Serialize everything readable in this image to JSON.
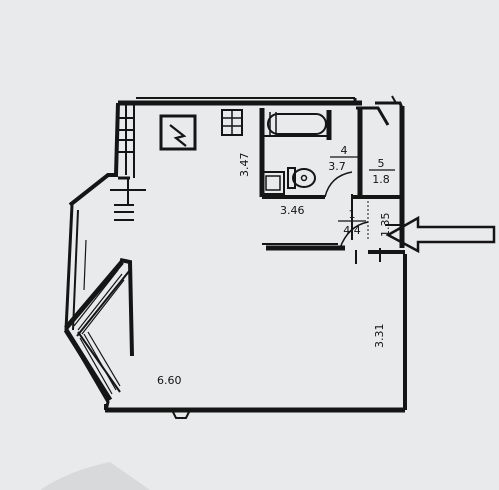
{
  "plan": {
    "rooms": [
      {
        "number": "4",
        "area": "3.7"
      },
      {
        "number": "5",
        "area": "1.8"
      },
      {
        "number": "1",
        "area": "4.4"
      }
    ],
    "dimensions": {
      "main_height": "3.47",
      "bath_width": "3.46",
      "hall_height": "1.35",
      "room_depth": "3.31",
      "room_width": "6.60"
    },
    "entrance_arrow": "arrow-left-icon",
    "colors": {
      "background": "#e9eaec",
      "line": "#151515"
    }
  }
}
